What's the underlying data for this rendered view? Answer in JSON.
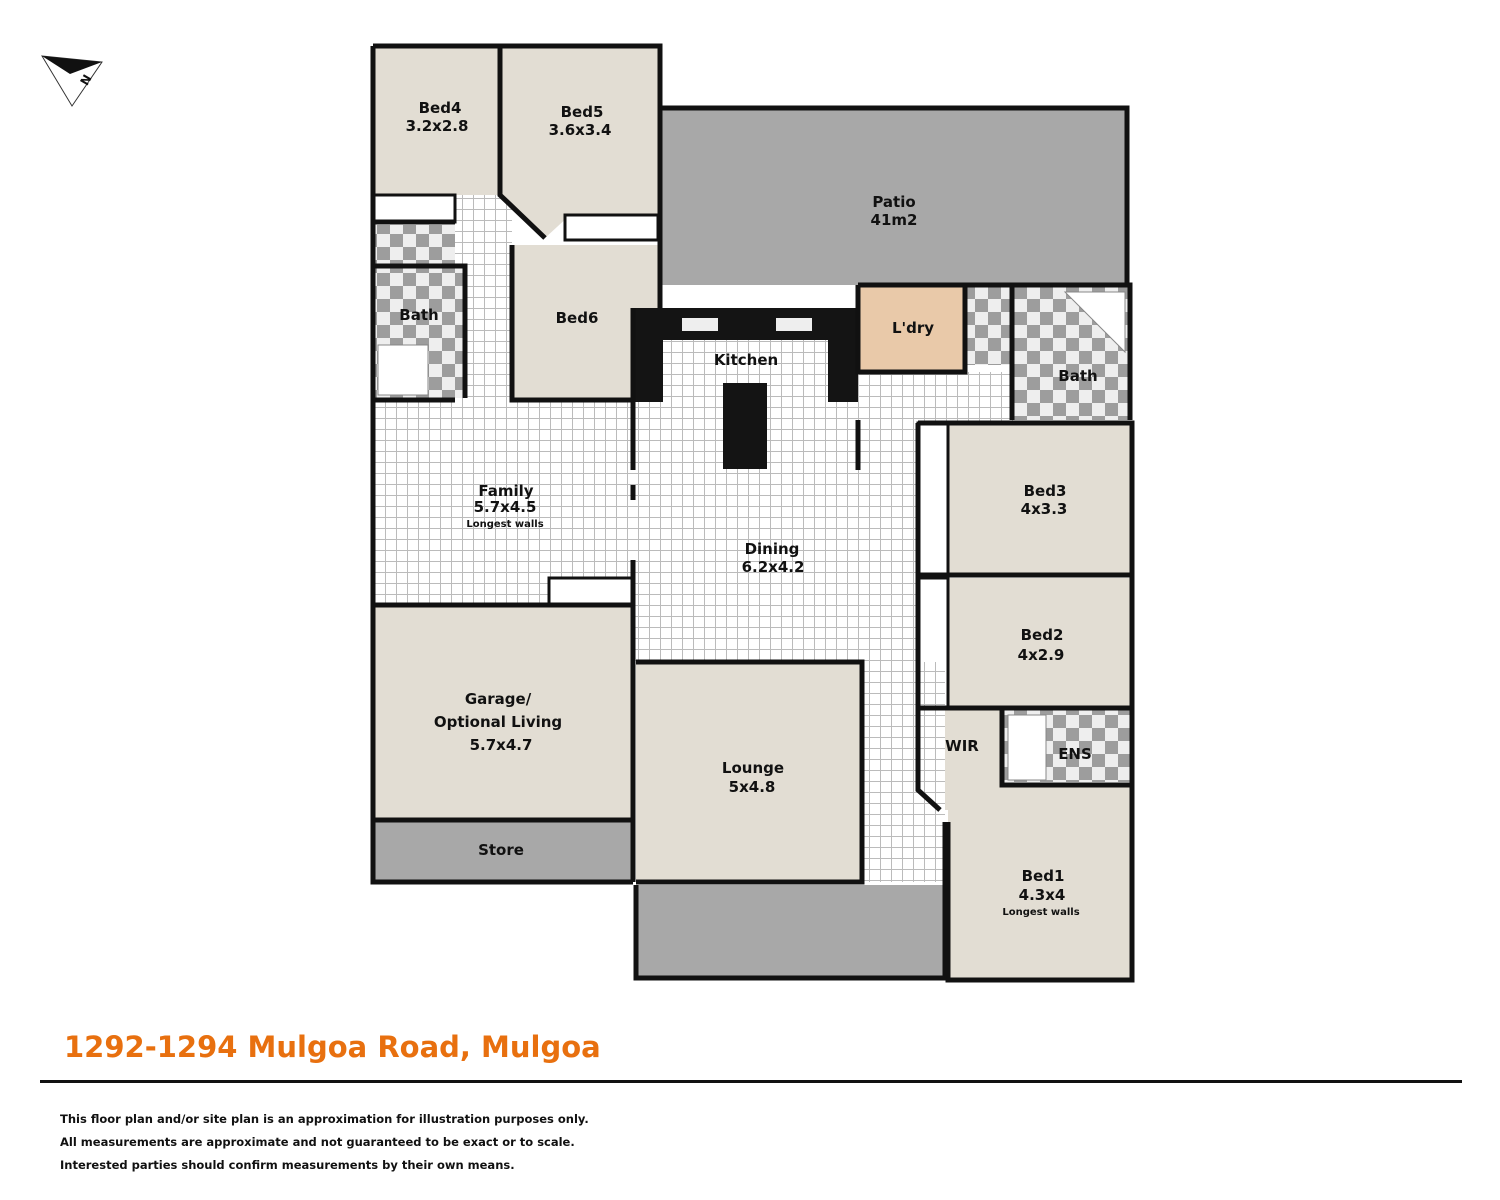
{
  "colors": {
    "accent": "#e8700f",
    "carpet": "#e2ddd3",
    "grey": "#a8a8a8",
    "laundry": "#e9c9a9",
    "wall": "#111111"
  },
  "compass": {
    "icon": "north-arrow-icon",
    "letter": "N"
  },
  "rooms": {
    "bed4": {
      "name": "Bed4",
      "size": "3.2x2.8"
    },
    "bed5": {
      "name": "Bed5",
      "size": "3.6x3.4"
    },
    "patio": {
      "name": "Patio",
      "size": "41m2"
    },
    "bath_left": {
      "name": "Bath"
    },
    "bed6": {
      "name": "Bed6"
    },
    "kitchen": {
      "name": "Kitchen"
    },
    "laundry": {
      "name": "L'dry"
    },
    "bath_right": {
      "name": "Bath"
    },
    "family": {
      "name": "Family",
      "size": "5.7x4.5",
      "note": "Longest walls"
    },
    "dining": {
      "name": "Dining",
      "size": "6.2x4.2"
    },
    "bed3": {
      "name": "Bed3",
      "size": "4x3.3"
    },
    "bed2": {
      "name": "Bed2",
      "size": "4x2.9"
    },
    "garage": {
      "name": "Garage/",
      "name2": "Optional Living",
      "size": "5.7x4.7"
    },
    "wir": {
      "name": "WIR"
    },
    "ens": {
      "name": "ENS"
    },
    "lounge": {
      "name": "Lounge",
      "size": "5x4.8"
    },
    "store": {
      "name": "Store"
    },
    "bed1": {
      "name": "Bed1",
      "size": "4.3x4",
      "note": "Longest walls"
    }
  },
  "footer": {
    "address": "1292-1294 Mulgoa Road, Mulgoa",
    "disclaimers": [
      "This floor plan and/or site plan is an approximation for illustration purposes only.",
      "All measurements are approximate and not guaranteed to be exact or to scale.",
      "Interested parties should confirm measurements by their own means."
    ]
  }
}
